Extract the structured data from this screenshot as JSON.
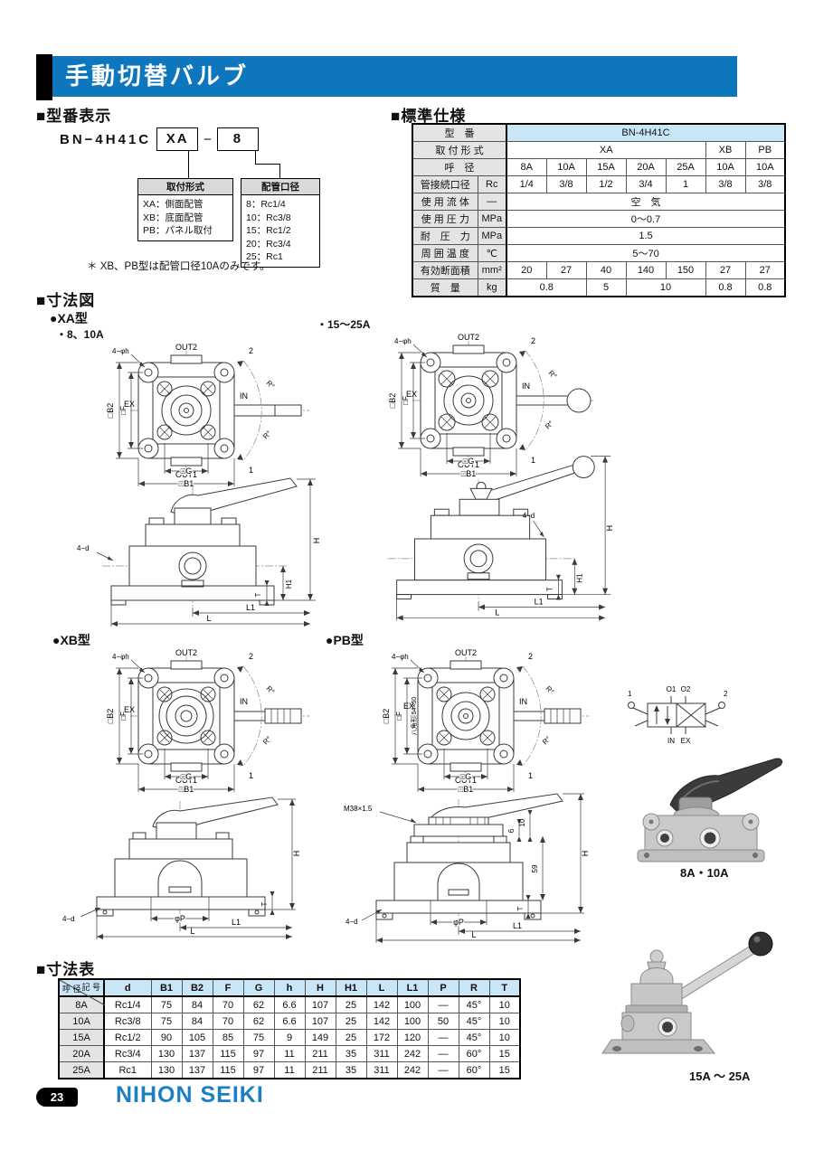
{
  "colors": {
    "header_blue": "#0d76bd",
    "table_header_blue": "#c9e6f6",
    "label_gray": "#e4e4e4",
    "brand_blue": "#1b7fc4"
  },
  "header": {
    "title": "手動切替バルブ"
  },
  "model_display": {
    "heading": "■型番表示",
    "prefix": "BN−4H41C",
    "box_mount": "XA",
    "dash": "−",
    "box_size": "8",
    "mount_legend_title": "取付形式",
    "mount_legend": [
      "XA：側面配管",
      "XB：底面配管",
      "PB：パネル取付"
    ],
    "size_legend_title": "配管口径",
    "size_legend": [
      "8：Rc1/4",
      "10：Rc3/8",
      "15：Rc1/2",
      "20：Rc3/4",
      "25：Rc1"
    ],
    "note": "＊ XB、PB型は配管口径10Aのみです。"
  },
  "spec": {
    "heading": "■標準仕様",
    "model_label": "型　番",
    "model_value": "BN-4H41C",
    "mount_label": "取 付 形 式",
    "mount_xa": "XA",
    "mount_xb": "XB",
    "mount_pb": "PB",
    "bore_label": "呼　径",
    "bores": [
      "8A",
      "10A",
      "15A",
      "20A",
      "25A",
      "10A",
      "10A"
    ],
    "port_label": "管接続口径",
    "port_unit": "Rc",
    "ports": [
      "1/4",
      "3/8",
      "1/2",
      "3/4",
      "1",
      "3/8",
      "3/8"
    ],
    "fluid_label": "使 用 流 体",
    "fluid_unit": "—",
    "fluid_value": "空　気",
    "pressure_label": "使 用 圧 力",
    "pressure_unit": "MPa",
    "pressure_value": "0〜0.7",
    "proof_label": "耐　圧　力",
    "proof_unit": "MPa",
    "proof_value": "1.5",
    "temp_label": "周 囲 温 度",
    "temp_unit": "℃",
    "temp_value": "5〜70",
    "area_label": "有効断面積",
    "area_unit": "mm²",
    "areas": [
      "20",
      "27",
      "40",
      "140",
      "150",
      "27",
      "27"
    ],
    "mass_label": "質　量",
    "mass_unit": "kg",
    "masses": [
      "0.8",
      "5",
      "10",
      "0.8",
      "0.8"
    ]
  },
  "drawing": {
    "heading": "■寸法図",
    "xa_title": "●XA型",
    "xa_sub1": "・8、10A",
    "xa_sub2": "・15〜25A",
    "xb_title": "●XB型",
    "pb_title": "●PB型",
    "holes_top": "4−φh",
    "holes_side": "4−d",
    "out1": "OUT1",
    "out2": "OUT2",
    "port_in": "IN",
    "port_ex": "EX",
    "b1": "□B1",
    "b2": "□B2",
    "f": "□F",
    "g": "□G",
    "r_deg": "R°",
    "pt1": "1",
    "pt2": "2",
    "h": "H",
    "h1": "H1",
    "t": "T",
    "l": "L",
    "l1": "L1",
    "phi_p": "φP",
    "m38": "M38×1.5",
    "d6": "6",
    "d10": "10",
    "d59": "59",
    "octagon": "八角形 54×50"
  },
  "symbol": {
    "pt1": "1",
    "pt2": "2",
    "o1": "O1",
    "o2": "O2",
    "port_in": "IN",
    "port_ex": "EX"
  },
  "photos": {
    "caption_small": "8A・10A",
    "caption_large": "15A 〜 25A"
  },
  "dim_table": {
    "heading": "■寸法表",
    "corner_top": "記 号",
    "corner_bottom": "呼 径",
    "cols": [
      "d",
      "B1",
      "B2",
      "F",
      "G",
      "h",
      "H",
      "H1",
      "L",
      "L1",
      "P",
      "R",
      "T"
    ],
    "rows": [
      {
        "name": "8A",
        "cells": [
          "Rc1/4",
          "75",
          "84",
          "70",
          "62",
          "6.6",
          "107",
          "25",
          "142",
          "100",
          "—",
          "45°",
          "10"
        ]
      },
      {
        "name": "10A",
        "cells": [
          "Rc3/8",
          "75",
          "84",
          "70",
          "62",
          "6.6",
          "107",
          "25",
          "142",
          "100",
          "50",
          "45°",
          "10"
        ]
      },
      {
        "name": "15A",
        "cells": [
          "Rc1/2",
          "90",
          "105",
          "85",
          "75",
          "9",
          "149",
          "25",
          "172",
          "120",
          "—",
          "45°",
          "10"
        ]
      },
      {
        "name": "20A",
        "cells": [
          "Rc3/4",
          "130",
          "137",
          "115",
          "97",
          "11",
          "211",
          "35",
          "311",
          "242",
          "—",
          "60°",
          "15"
        ]
      },
      {
        "name": "25A",
        "cells": [
          "Rc1",
          "130",
          "137",
          "115",
          "97",
          "11",
          "211",
          "35",
          "311",
          "242",
          "—",
          "60°",
          "15"
        ]
      }
    ]
  },
  "footer": {
    "page_number": "23",
    "brand": "NIHON SEIKI"
  }
}
